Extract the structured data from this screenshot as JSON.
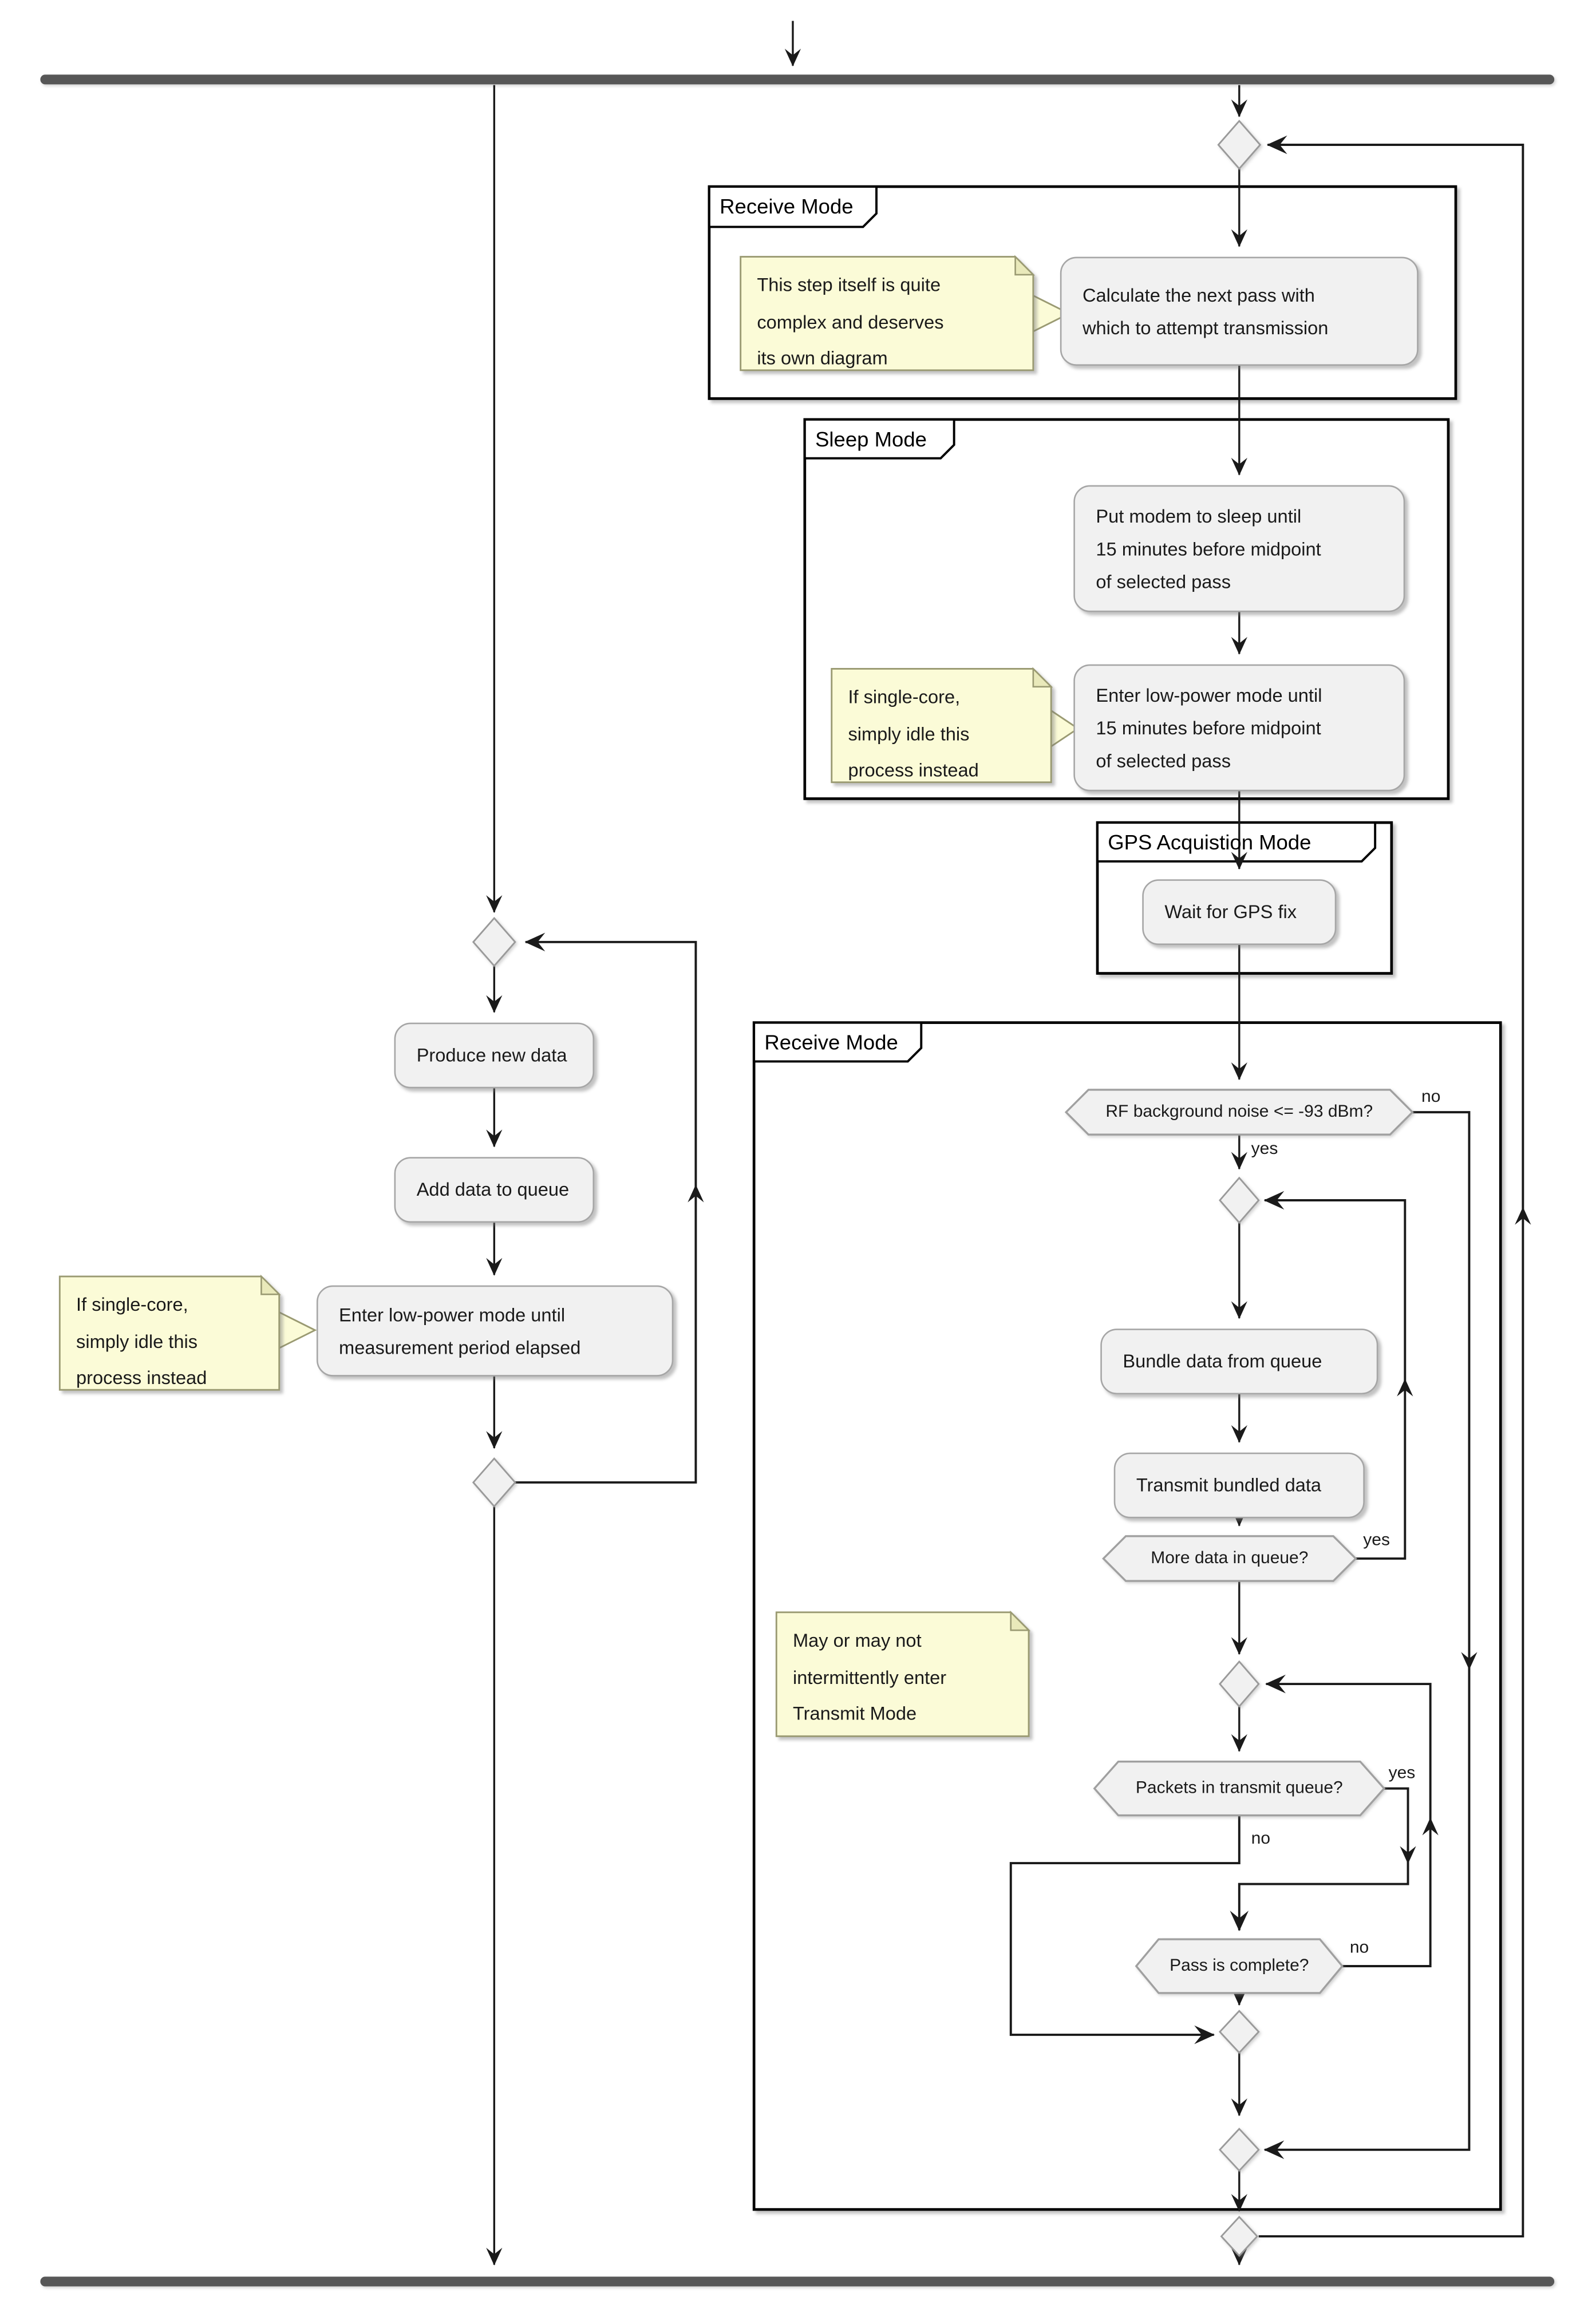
{
  "diagram": {
    "kind": "activity-flowchart",
    "colors": {
      "background": "#ffffff",
      "activity_fill": "#f1f1f1",
      "activity_border": "#a6a6a6",
      "note_fill": "#fbfbd7",
      "note_border": "#9a9a72",
      "bar_fill": "#575757",
      "line": "#1a1a1a",
      "partition_border": "#000000"
    },
    "partitions": [
      {
        "label": "Receive Mode"
      },
      {
        "label": "Sleep Mode"
      },
      {
        "label": "GPS Acquistion Mode"
      },
      {
        "label": "Receive Mode"
      }
    ],
    "activities": [
      {
        "text": "Calculate the next pass with\nwhich to attempt transmission"
      },
      {
        "text": "Put modem to sleep until\n15 minutes before midpoint\nof selected pass"
      },
      {
        "text": "Enter low-power mode until\n15 minutes before midpoint\nof selected pass"
      },
      {
        "text": "Wait for GPS fix"
      },
      {
        "text": "Produce new data"
      },
      {
        "text": "Add data to queue"
      },
      {
        "text": "Enter low-power mode until\nmeasurement period elapsed"
      },
      {
        "text": "Bundle data from queue"
      },
      {
        "text": "Transmit bundled data"
      }
    ],
    "decisions": [
      {
        "text": "RF background noise <= -93 dBm?",
        "yes_label": "yes",
        "no_label": "no"
      },
      {
        "text": "More data in queue?",
        "yes_label": "yes"
      },
      {
        "text": "Packets in transmit queue?",
        "yes_label": "yes",
        "no_label": "no"
      },
      {
        "text": "Pass is complete?",
        "no_label": "no"
      }
    ],
    "notes": [
      {
        "text": "This step itself is quite\ncomplex and deserves\nits own diagram"
      },
      {
        "text": "If single-core,\nsimply idle this\nprocess instead"
      },
      {
        "text": "If single-core,\nsimply idle this\nprocess instead"
      },
      {
        "text": "May or may not\nintermittently enter\nTransmit Mode"
      }
    ]
  }
}
